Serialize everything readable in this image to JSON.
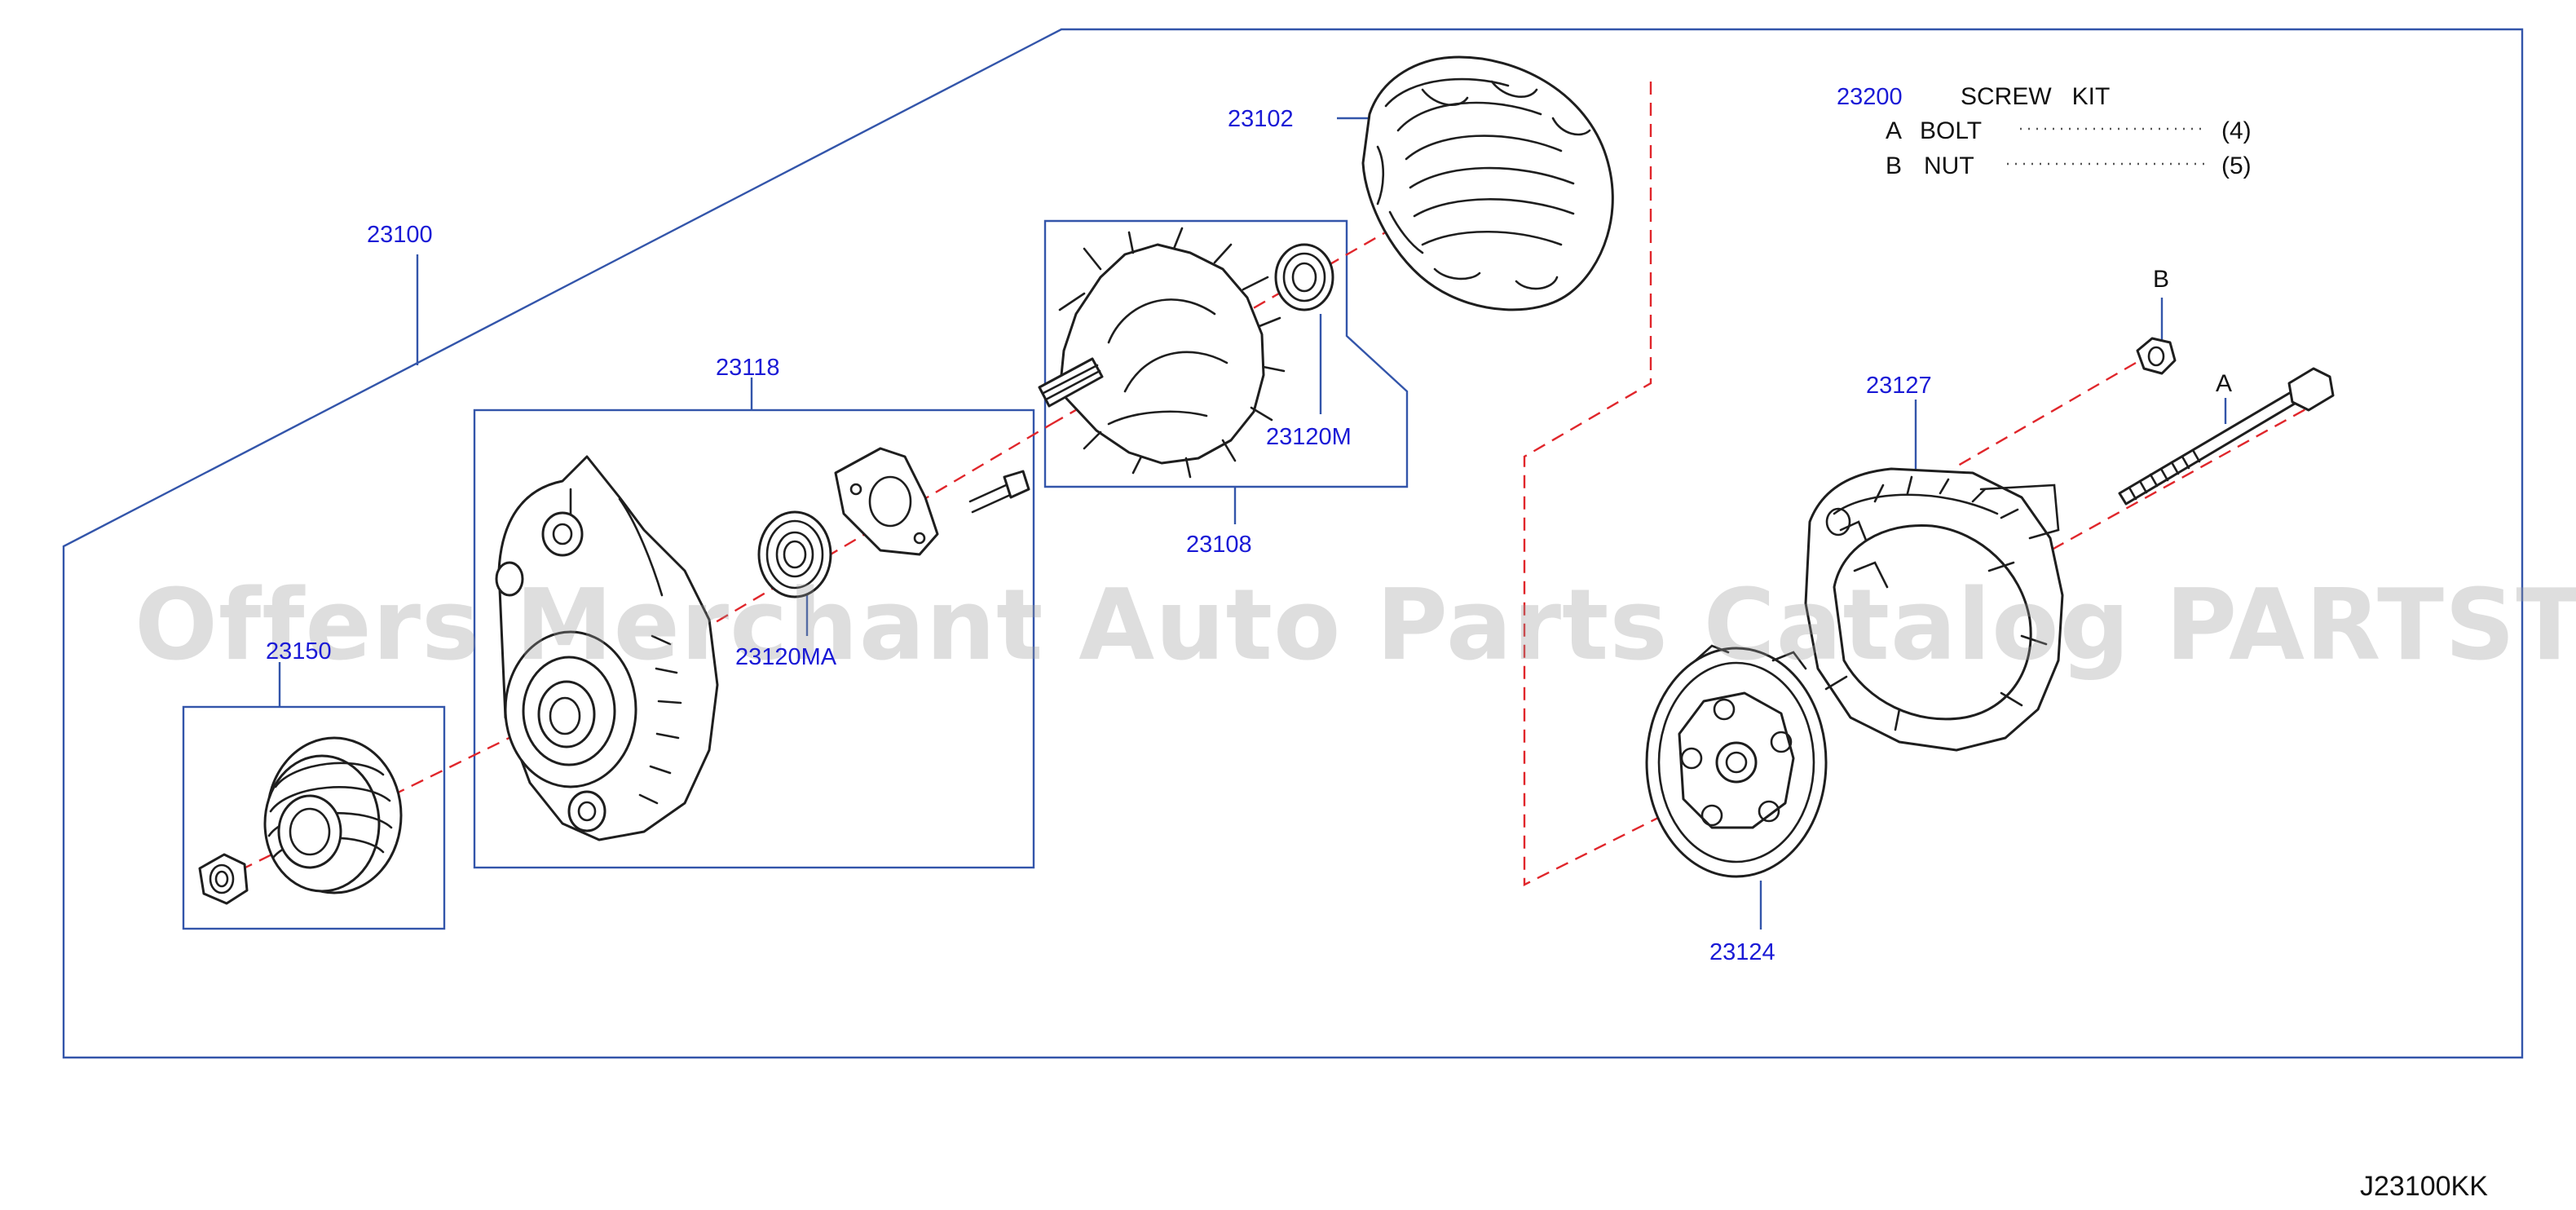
{
  "diagram_code": "J23100KK",
  "watermark": "Offers Merchant Auto Parts Catalog PARTSTORE.SA",
  "parts": {
    "p23100": "23100",
    "p23118": "23118",
    "p23150": "23150",
    "p23120MA": "23120MA",
    "p23108": "23108",
    "p23120M": "23120M",
    "p23102": "23102",
    "p23127": "23127",
    "p23124": "23124"
  },
  "screw_kit": {
    "part_no": "23200",
    "title": "SCREW   KIT",
    "items": [
      {
        "letter": "A",
        "name": "BOLT",
        "qty": "(4)"
      },
      {
        "letter": "B",
        "name": "NUT",
        "qty": "(5)"
      }
    ]
  },
  "callouts": {
    "a": "A",
    "b": "B"
  },
  "colors": {
    "part_number": "#1a1ad6",
    "frame": "#3355aa",
    "axis": "#e0262b"
  }
}
